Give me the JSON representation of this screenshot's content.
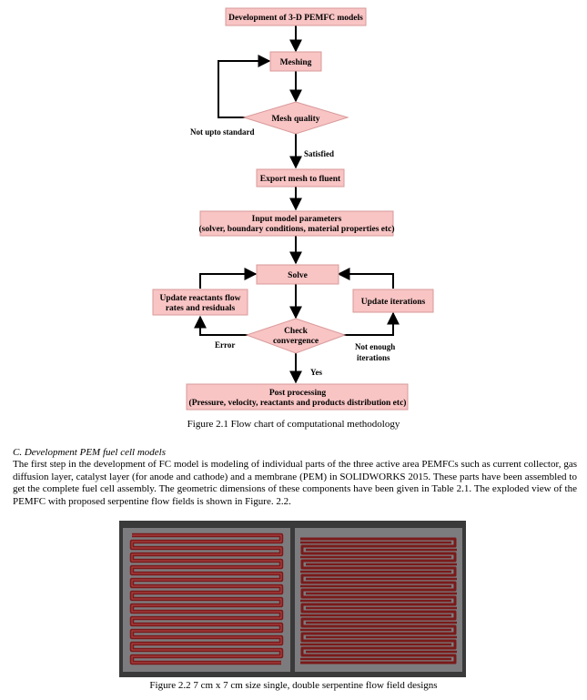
{
  "flowchart": {
    "nodes": {
      "development": "Development of 3-D PEMFC models",
      "meshing": "Meshing",
      "mesh_quality": "Mesh quality",
      "export_mesh": "Export mesh to fluent",
      "input_params_line1": "Input model parameters",
      "input_params_line2": "(solver, boundary conditions, material properties etc)",
      "solve": "Solve",
      "update_reactants_line1": "Update reactants flow",
      "update_reactants_line2": "rates and residuals",
      "update_iterations": "Update iterations",
      "check_convergence_line1": "Check",
      "check_convergence_line2": "convergence",
      "post_processing_line1": "Post processing",
      "post_processing_line2": "(Pressure, velocity, reactants and products distribution etc)"
    },
    "edge_labels": {
      "not_upto_standard": "Not upto standard",
      "satisfied": "Satisfied",
      "error": "Error",
      "not_enough_line1": "Not enough",
      "not_enough_line2": "iterations",
      "yes": "Yes"
    },
    "colors": {
      "node_fill": "#f8c4c4",
      "node_stroke": "#d99a9a",
      "arrow": "#000000"
    }
  },
  "figure1_caption": "Figure 2.1 Flow chart of computational methodology",
  "section": {
    "heading": "C.   Development PEM fuel cell models",
    "paragraph": "The first step in the development of FC model is modeling of individual parts of the three active area PEMFCs such as current collector, gas diffusion layer, catalyst layer (for anode and cathode) and a membrane (PEM) in SOLIDWORKS 2015. These parts have been assembled to get the complete fuel cell assembly. The geometric dimensions of these components have been given in Table 2.1. The exploded view of the PEMFC with proposed serpentine flow fields is shown in Figure. 2.2."
  },
  "figure2": {
    "panels": [
      "single-serpentine",
      "double-serpentine"
    ],
    "channel_color": "#7a1a1a",
    "background_color": "#7c7c7f",
    "caption": "Figure 2.2 7 cm x 7 cm size single, double serpentine flow field designs"
  }
}
